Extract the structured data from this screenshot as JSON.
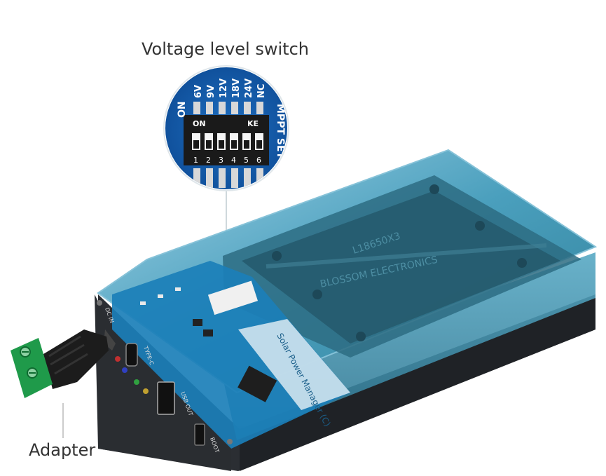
{
  "captions": {
    "voltage_switch": "Voltage level switch",
    "adapter": "Adapter"
  },
  "inset": {
    "on_label": "ON",
    "voltage_labels": [
      "6V",
      "9V",
      "12V",
      "18V",
      "24V",
      "NC"
    ],
    "switch_on_text": "ON",
    "switch_brand_text": "KE",
    "switch_numbers": [
      "1",
      "2",
      "3",
      "4",
      "5",
      "6"
    ],
    "mppt_label": "MPPT SET"
  },
  "device": {
    "cover_text_1": "L18650X3",
    "cover_text_2": "BLOSSOM ELECTRONICS",
    "board_label": "Solar Power Manager (C)",
    "port_type_c": "TYPE-C",
    "port_usb_out": "USB OUT",
    "port_boot": "BOOT",
    "port_dc_in": "DC IN"
  },
  "colors": {
    "board_blue": "#1b7fb8",
    "case_teal": "#3d8fa8",
    "case_dark": "#2b2e33",
    "terminal_green": "#1f9a4a"
  }
}
